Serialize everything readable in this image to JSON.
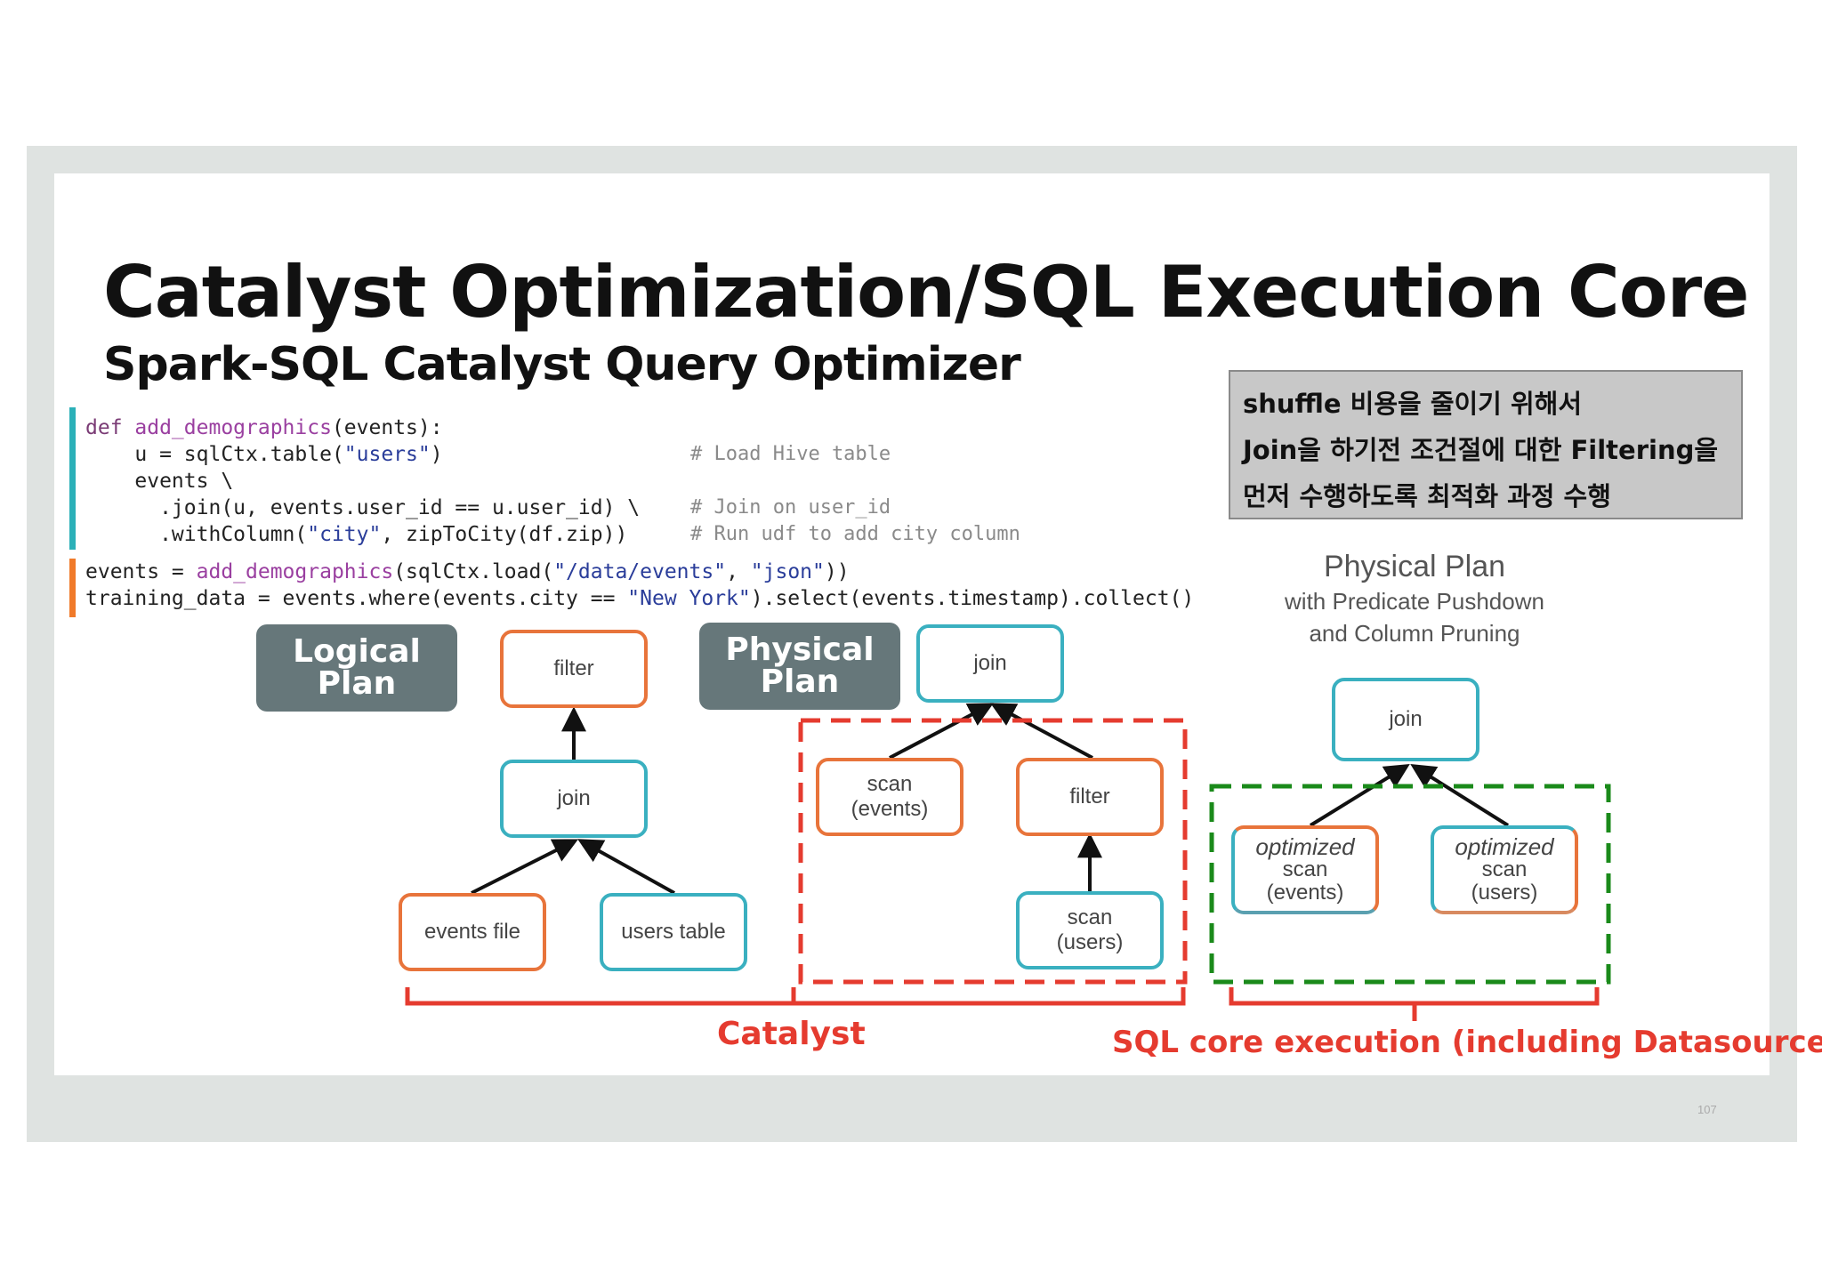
{
  "title": "Catalyst Optimization/SQL Execution Core",
  "subtitle": "Spark-SQL Catalyst Query Optimizer",
  "note": {
    "lines": [
      "shuffle 비용을 줄이기 위해서",
      "Join을 하기전 조건절에 대한 Filtering을",
      "먼저 수행하도록 최적화 과정 수행"
    ]
  },
  "code": {
    "block1": {
      "line1_kw": "def ",
      "line1_fn": "add_demographics",
      "line1_rest": "(events):",
      "line2_a": "    u = sqlCtx.table(",
      "line2_str": "\"users\"",
      "line2_b": ")",
      "line3": "    events \\",
      "line4": "      .join(u, events.user_id == u.user_id) \\",
      "line5_a": "      .withColumn(",
      "line5_str": "\"city\"",
      "line5_b": ", zipToCity(df.zip))"
    },
    "comments": [
      "# Load Hive table",
      "# Join on user_id",
      "# Run udf to add city column"
    ],
    "block2": {
      "line1_a": "events = ",
      "line1_fn": "add_demographics",
      "line1_b": "(sqlCtx.load(",
      "line1_str1": "\"/data/events\"",
      "line1_c": ", ",
      "line1_str2": "\"json\"",
      "line1_d": "))",
      "line2_a": "training_data = events.where(events.city == ",
      "line2_str": "\"New York\"",
      "line2_b": ").select(events.timestamp).collect()"
    }
  },
  "logical_plan": {
    "label_line1": "Logical",
    "label_line2": "Plan",
    "nodes": {
      "filter": "filter",
      "join": "join",
      "events_file": "events file",
      "users_table": "users table"
    }
  },
  "physical_plan": {
    "label_line1": "Physical",
    "label_line2": "Plan",
    "nodes": {
      "join": "join",
      "scan_events_1": "scan",
      "scan_events_2": "(events)",
      "filter": "filter",
      "scan_users_1": "scan",
      "scan_users_2": "(users)"
    }
  },
  "pushdown_plan": {
    "heading": "Physical Plan",
    "sub1": "with Predicate Pushdown",
    "sub2": "and Column Pruning",
    "nodes": {
      "join": "join",
      "opt_events_1": "optimized",
      "opt_events_2": "scan",
      "opt_events_3": "(events)",
      "opt_users_1": "optimized",
      "opt_users_2": "scan",
      "opt_users_3": "(users)"
    }
  },
  "labels": {
    "catalyst": "Catalyst",
    "sql_core": "SQL core execution (including Datasource..)"
  },
  "page_number": "107",
  "colors": {
    "teal": "#3ab0c0",
    "orange": "#e8743b",
    "red": "#e53b2f",
    "green": "#1a8a1a",
    "plan_label_bg": "#66777a",
    "note_bg": "#c8c8c8"
  }
}
